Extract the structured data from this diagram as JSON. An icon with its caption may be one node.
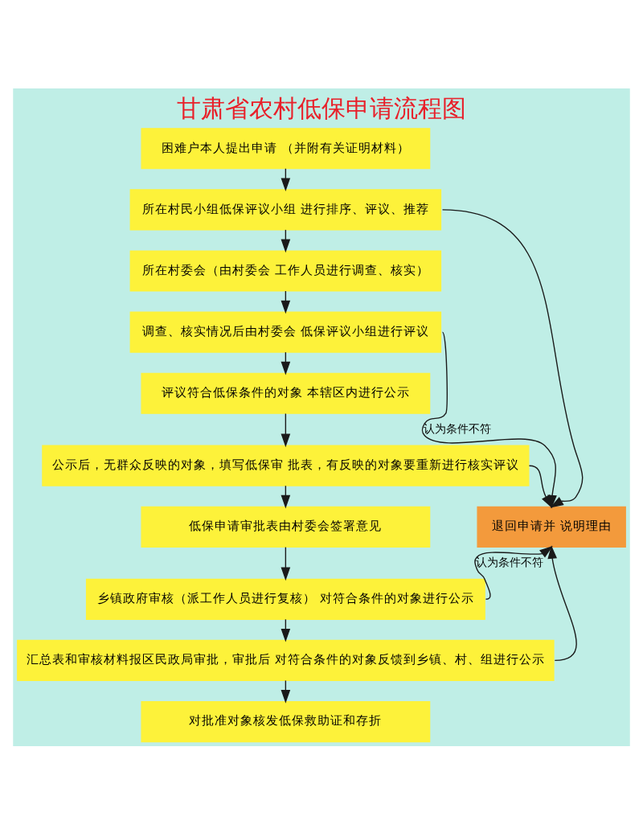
{
  "diagram": {
    "title": "甘肃省农村低保申请流程图",
    "nodes": [
      {
        "text": [
          "困难户本人提出申请 （并附有关证明材料）"
        ]
      },
      {
        "text": [
          "所在村民小组低保评议小组 进行排序、评议、推荐"
        ]
      },
      {
        "text": [
          "所在村委会（由村委会 工作人员进行调查、核实）"
        ]
      },
      {
        "text": [
          "调查、核实情况后由村委会 低保评议小组进行评议"
        ]
      },
      {
        "text": [
          "评议符合低保条件的对象 本辖区内进行公示"
        ]
      },
      {
        "text": [
          "公示后，无群众反映的对象，填写低保审 批表，有反映的对象要重新进行核实评议"
        ]
      },
      {
        "text": [
          "低保申请审批表由村委会签署意见"
        ]
      },
      {
        "text": [
          "乡镇政府审核（派工作人员进行复核） 对符合条件的对象进行公示"
        ]
      },
      {
        "text": [
          "汇总表和审核材料报区民政局审批，审批后 对符合条件的对象反馈到乡镇、村、组进行公示"
        ]
      },
      {
        "text": [
          "对批准对象核发低保救助证和存折"
        ]
      },
      {
        "text": [
          "退回申请并 说明理由"
        ]
      }
    ],
    "edges": [
      {
        "from": 0,
        "to": 1,
        "arrow": "to"
      },
      {
        "from": 1,
        "to": 2,
        "arrow": "to"
      },
      {
        "from": 2,
        "to": 3,
        "arrow": "to"
      },
      {
        "from": 3,
        "to": 4,
        "arrow": "to"
      },
      {
        "from": 4,
        "to": 5,
        "arrow": "to"
      },
      {
        "from": 5,
        "to": 6,
        "arrow": "to"
      },
      {
        "from": 6,
        "to": 7,
        "arrow": "to"
      },
      {
        "from": 7,
        "to": 8,
        "arrow": "to"
      },
      {
        "from": 8,
        "to": 9,
        "arrow": "to"
      },
      {
        "from": 1,
        "to": 10,
        "arrow": "to"
      },
      {
        "from": 3,
        "to": 10,
        "arrow": "to",
        "label": "认为条件不符"
      },
      {
        "from": 5,
        "to": 10,
        "arrow": "to"
      },
      {
        "from": 7,
        "to": 10,
        "arrow": "to",
        "label": "认为条件不符"
      },
      {
        "from": 8,
        "to": 10,
        "arrow": "to"
      }
    ]
  }
}
